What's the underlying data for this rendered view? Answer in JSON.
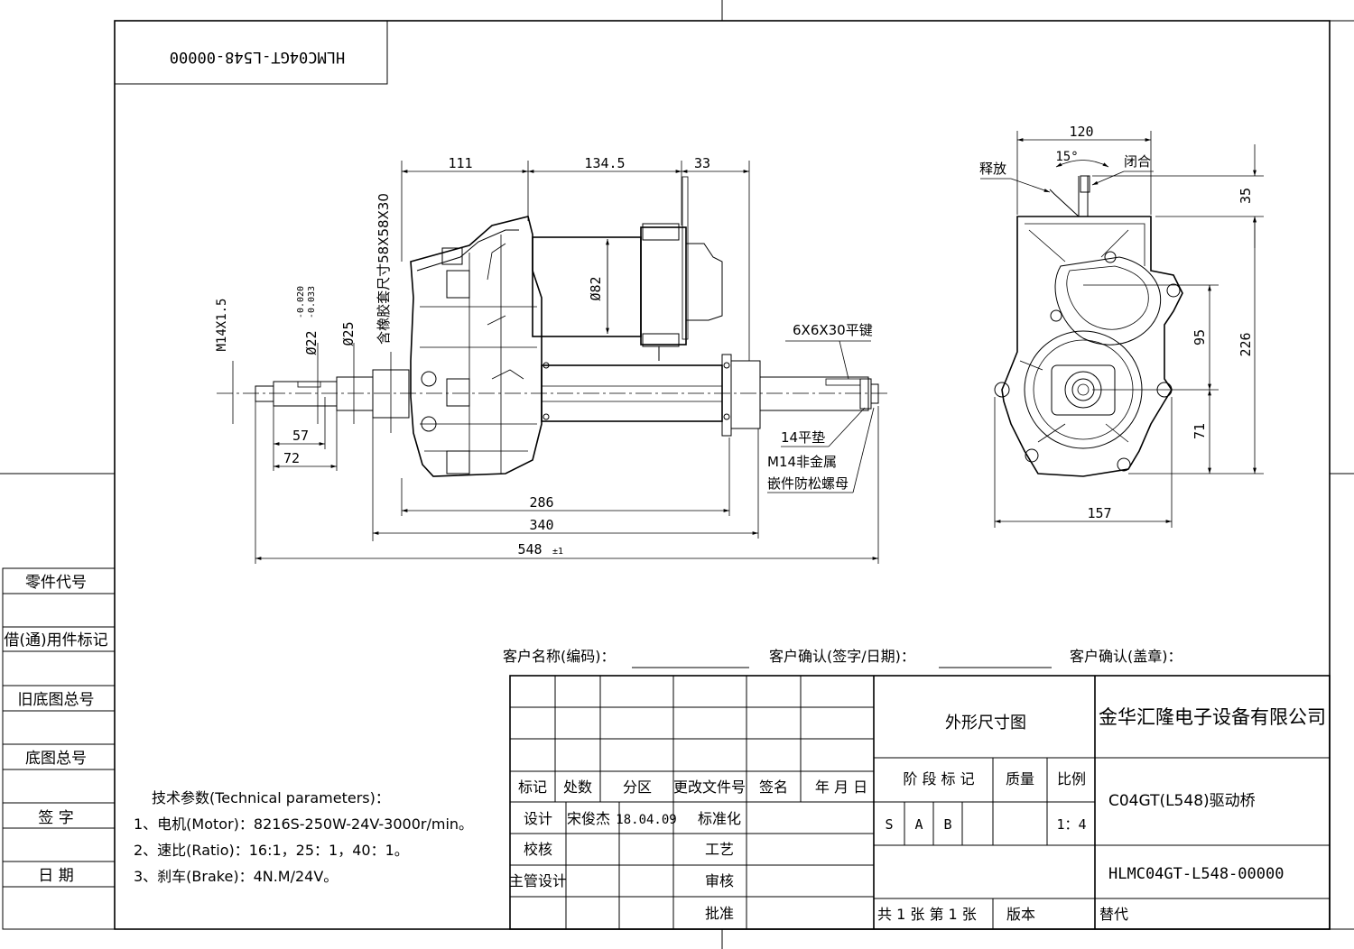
{
  "drawing_number_rotated": "HLMC04GT-L548-00000",
  "dims": {
    "d111": "111",
    "d134_5": "134.5",
    "d33": "33",
    "d82": "Ø82",
    "d286": "286",
    "d340": "340",
    "d548": "548",
    "tol548": "±1",
    "d57": "57",
    "d72": "72",
    "m14": "M14X1.5",
    "phi22": "Ø22",
    "tol22a": "-0.020",
    "tol22b": "-0.033",
    "phi25": "Ø25",
    "rubber": "含橡胶套尺寸58X58X30",
    "key": "6X6X30平键",
    "washer": "14平垫",
    "nut1": "M14非金属",
    "nut2": "嵌件防松螺母",
    "d120": "120",
    "d15": "15°",
    "release": "释放",
    "close": "闭合",
    "d35": "35",
    "d95": "95",
    "d226": "226",
    "d71": "71",
    "d157": "157"
  },
  "left_column": {
    "part_code": "零件代号",
    "borrow_mark": "借(通)用件标记",
    "old_base_no": "旧底图总号",
    "base_no": "底图总号",
    "signature": "签  字",
    "date": "日  期"
  },
  "tech": {
    "title": "技术参数(Technical parameters)：",
    "motor": "1、电机(Motor)：8216S-250W-24V-3000r/min。",
    "ratio": "2、速比(Ratio)：16:1，25：1，40：1。",
    "brake": "3、刹车(Brake)：4N.M/24V。"
  },
  "customer": {
    "name": "客户名称(编码)：",
    "confirm_sign": "客户确认(签字/日期)：",
    "confirm_stamp": "客户确认(盖章)："
  },
  "title_block": {
    "h_mark": "标记",
    "h_count": "处数",
    "h_zone": "分区",
    "h_doc": "更改文件号",
    "h_sign": "签名",
    "h_date": "年 月 日",
    "design": "设计",
    "designer": "宋俊杰",
    "design_date": "18.04.09",
    "standard": "标准化",
    "check": "校核",
    "process": "工艺",
    "chief": "主管设计",
    "review": "审核",
    "approve": "批准",
    "drawing_title": "外形尺寸图",
    "company": "金华汇隆电子设备有限公司",
    "stage_mark": "阶 段 标 记",
    "mass": "质量",
    "scale": "比例",
    "stage_s": "S",
    "stage_a": "A",
    "stage_b": "B",
    "scale_val": "1：4",
    "product": "C04GT(L548)驱动桥",
    "drawing_no": "HLMC04GT-L548-00000",
    "total": "共 1 张  第 1 张",
    "version": "版本",
    "replace": "替代"
  }
}
